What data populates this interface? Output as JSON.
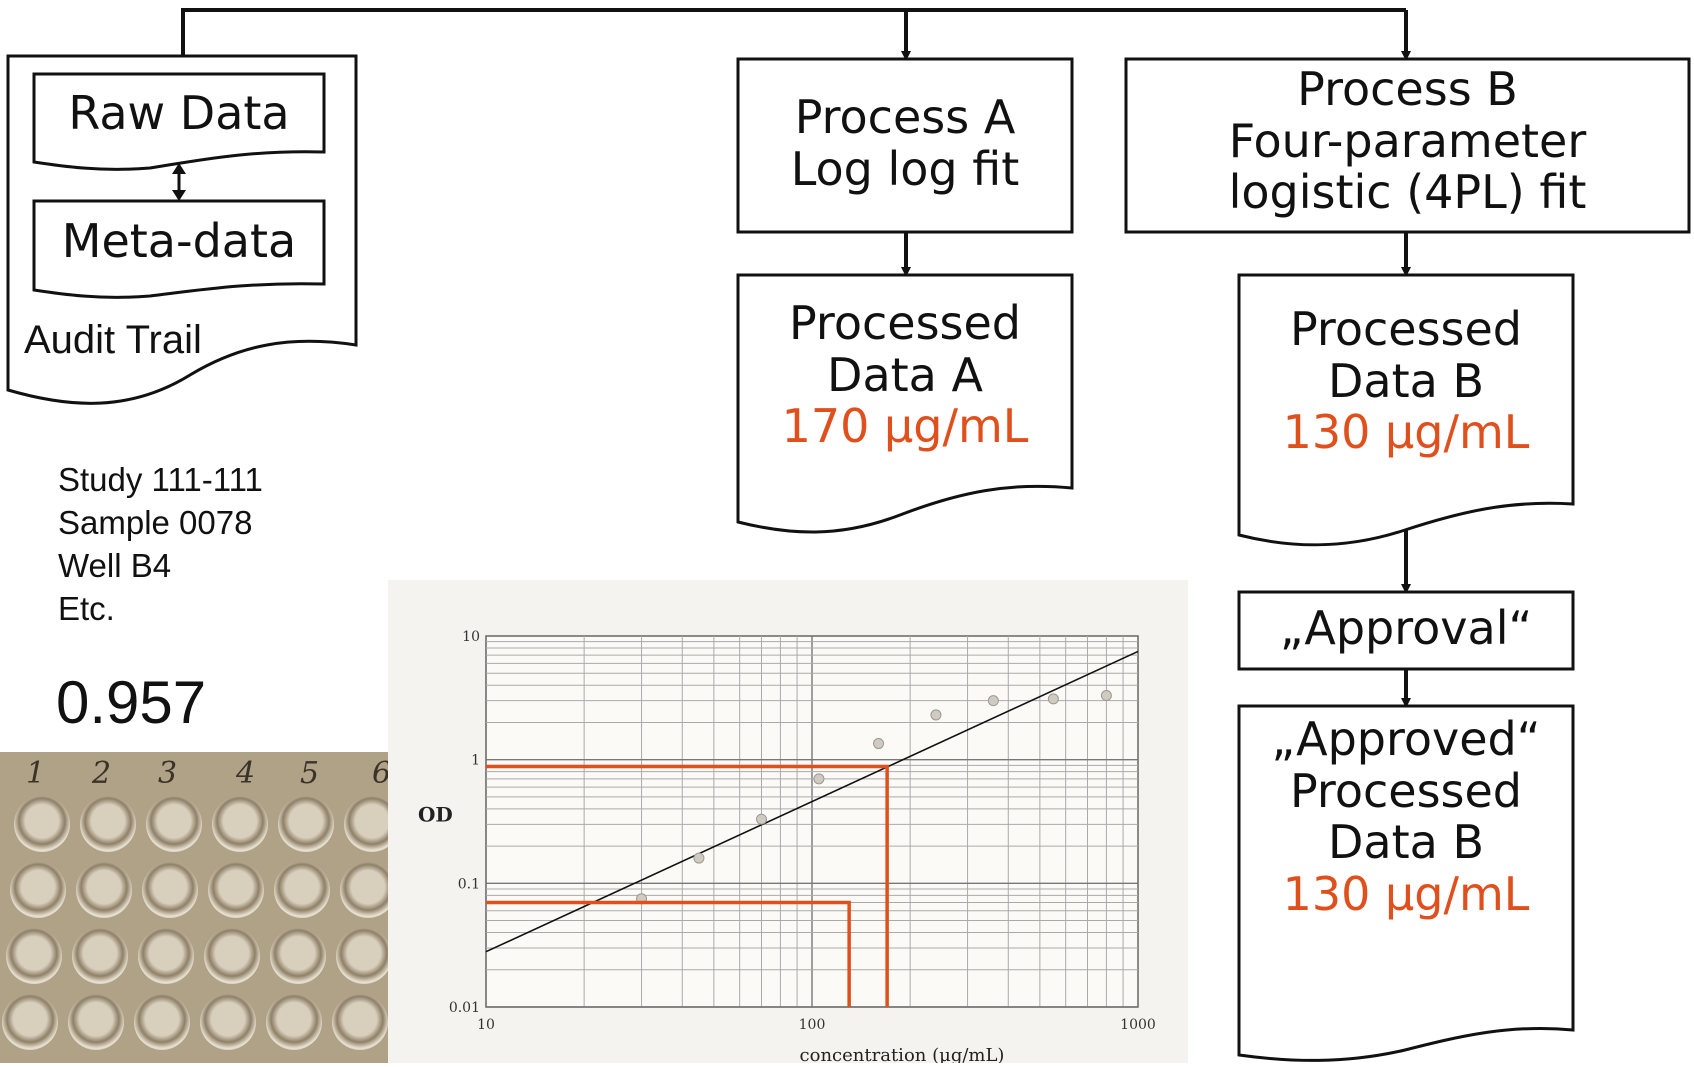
{
  "audit": {
    "raw_data": "Raw Data",
    "meta_data": "Meta-data",
    "audit_trail": "Audit Trail"
  },
  "sample_info": {
    "lines": [
      "Study 111-111",
      "Sample 0078",
      "Well B4",
      "Etc."
    ],
    "reading": "0.957"
  },
  "plate_photo": {
    "column_labels": [
      "1",
      "2",
      "3",
      "4",
      "5",
      "6"
    ]
  },
  "process_a": {
    "title_line1": "Process A",
    "title_line2": "Log log fit",
    "result_line1": "Processed",
    "result_line2": "Data A",
    "result_value": "170 µg/mL"
  },
  "process_b": {
    "title_line1": "Process B",
    "title_line2": "Four-parameter",
    "title_line3": "logistic (4PL) fit",
    "result_line1": "Processed",
    "result_line2": "Data B",
    "result_value": "130 µg/mL",
    "approval": "„Approval“",
    "approved_line1": "„Approved“",
    "approved_line2": "Processed",
    "approved_line3": "Data B",
    "approved_value": "130 µg/mL"
  },
  "colors": {
    "accent": "#e0501c",
    "line": "#111111"
  },
  "chart_data": {
    "type": "scatter",
    "xlabel": "concentration (µg/mL)",
    "ylabel": "OD",
    "x_scale": "log",
    "y_scale": "log",
    "xlim": [
      10,
      1000
    ],
    "ylim": [
      0.01,
      10
    ],
    "x_ticks": [
      "10",
      "100",
      "1000"
    ],
    "y_ticks": [
      "0.01",
      "0.1",
      "1",
      "10"
    ],
    "grid": true,
    "points": [
      {
        "x": 30,
        "y": 0.075
      },
      {
        "x": 45,
        "y": 0.16
      },
      {
        "x": 70,
        "y": 0.33
      },
      {
        "x": 105,
        "y": 0.7
      },
      {
        "x": 160,
        "y": 1.35
      },
      {
        "x": 240,
        "y": 2.3
      },
      {
        "x": 360,
        "y": 3.0
      },
      {
        "x": 550,
        "y": 3.1
      },
      {
        "x": 800,
        "y": 3.3
      }
    ],
    "fit_line": {
      "x": [
        10,
        1000
      ],
      "y": [
        0.028,
        7.5
      ]
    },
    "readouts": [
      {
        "od": 0.88,
        "concentration": 170
      },
      {
        "od": 0.07,
        "concentration": 130
      }
    ]
  }
}
